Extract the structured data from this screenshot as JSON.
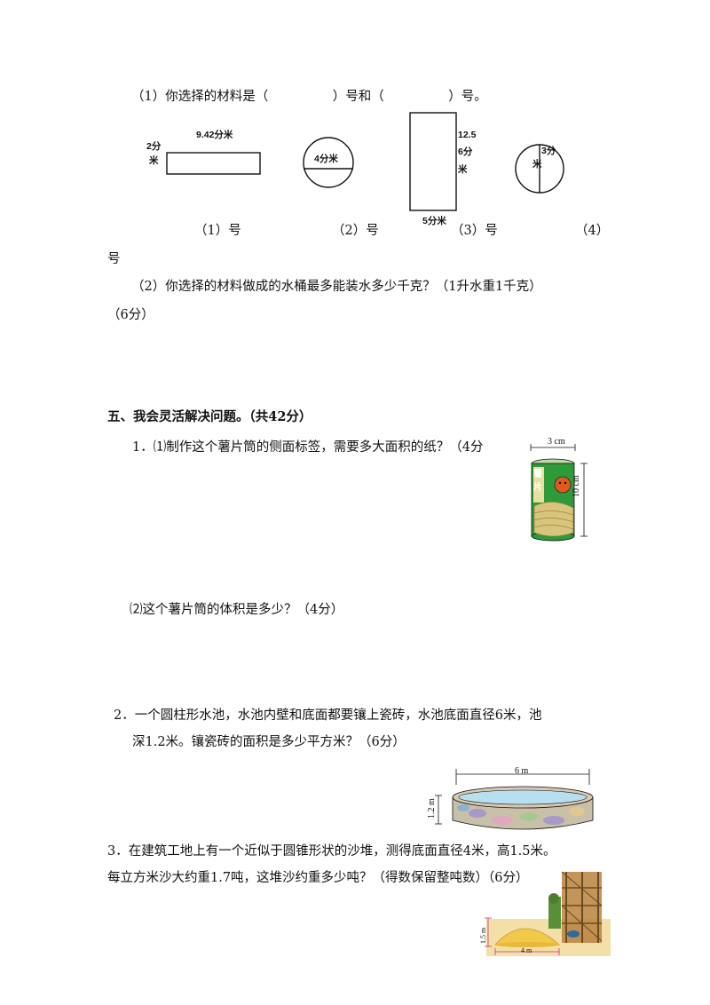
{
  "part4": {
    "q1": "（1）你选择的材料是（　　　　　）号和（　　　　　）号。",
    "shape1": {
      "width_label": "9.42分米",
      "height_label_1": "2分",
      "height_label_2": "米",
      "caption": "（1）号"
    },
    "shape2": {
      "diameter_label": "4分米",
      "caption": "（2）号"
    },
    "shape3": {
      "height_label_1": "12.5",
      "height_label_2": "6分",
      "height_label_3": "米",
      "width_label": "5分米",
      "caption": "（3）号"
    },
    "shape4": {
      "radius_label_1": "3分",
      "radius_label_2": "米",
      "caption": "（4）",
      "caption_wrap": "号"
    },
    "q2_line1": "（2）你选择的材料做成的水桶最多能装水多少千克？（1升水重1千克）",
    "q2_line2": "（6分）"
  },
  "part5": {
    "heading": "五、我会灵活解决问题。（共42分）",
    "p1_q1": "1．⑴制作这个薯片筒的侧面标签，需要多大面积的纸？（4分",
    "p1_q2": "⑵这个薯片筒的体积是多少？（4分）",
    "chips_width": "3 cm",
    "chips_height": "10 cm",
    "chips_brand_1": "薯",
    "chips_brand_2": "片",
    "p2_line1": "2．一个圆柱形水池，水池内壁和底面都要镶上瓷砖，水池底面直径6米，池",
    "p2_line2": "深1.2米。镶瓷砖的面积是多少平方米？（6分）",
    "pool_diameter": "6 m",
    "pool_depth": "1.2 m",
    "p3_line1": "3．在建筑工地上有一个近似于圆锥形状的沙堆，测得底面直径4米，高1.5米。",
    "p3_line2": "每立方米沙大约重1.7吨，这堆沙约重多少吨？（得数保留整吨数）（6分）",
    "sand_height": "1.5 m",
    "sand_diameter": "4 m"
  }
}
